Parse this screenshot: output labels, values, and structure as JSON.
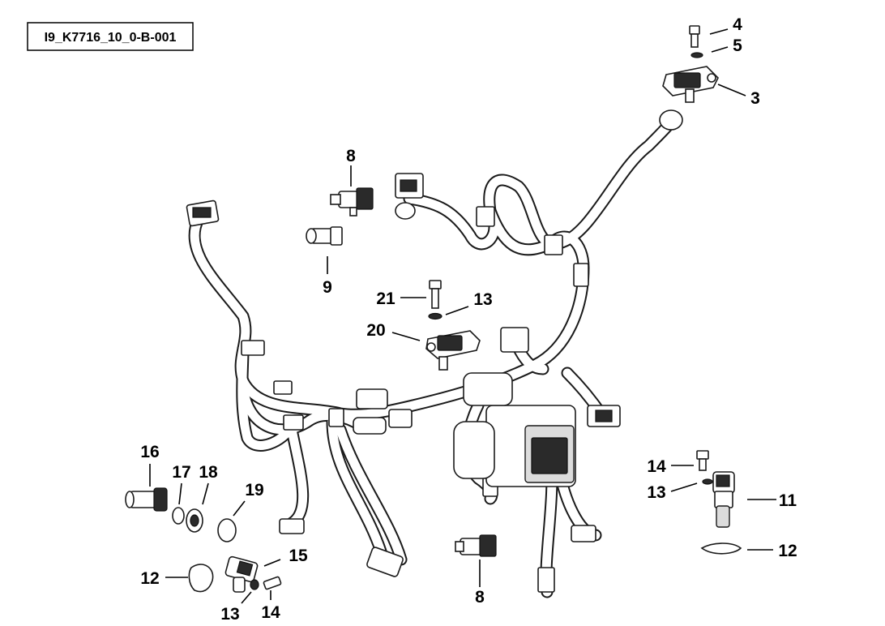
{
  "reference": "I9_K7716_10_0-B-001",
  "callouts": {
    "c3": "3",
    "c4": "4",
    "c5": "5",
    "c8a": "8",
    "c8b": "8",
    "c9": "9",
    "c11": "11",
    "c12a": "12",
    "c12b": "12",
    "c13a": "13",
    "c13b": "13",
    "c13c": "13",
    "c14a": "14",
    "c14b": "14",
    "c15": "15",
    "c16": "16",
    "c17": "17",
    "c18": "18",
    "c19": "19",
    "c20": "20",
    "c21": "21"
  }
}
